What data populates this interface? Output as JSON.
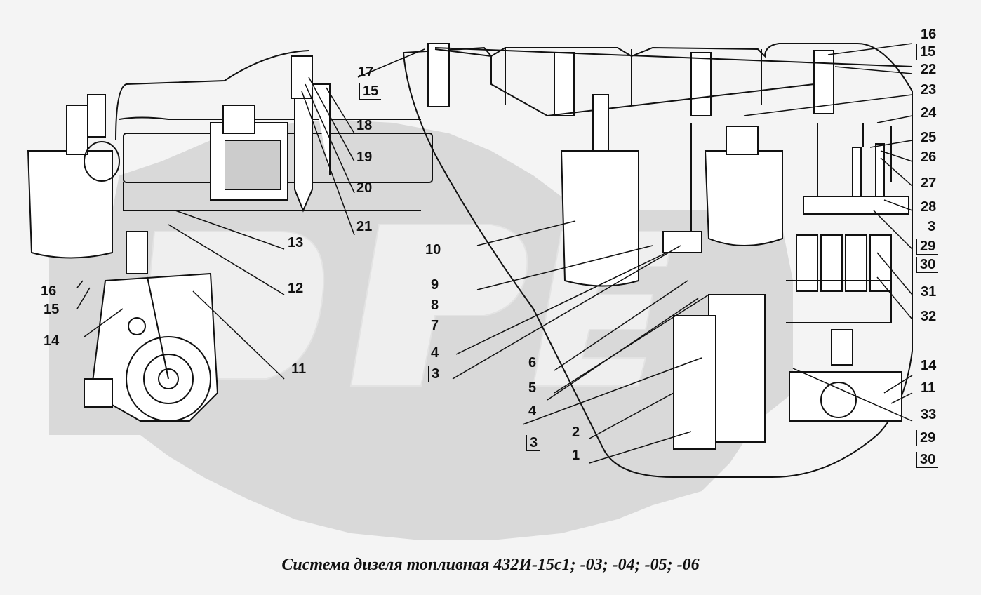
{
  "caption": "Система дизеля топливная 432И-15с1; -03; -04; -05; -06",
  "labels": {
    "l16a": "16",
    "l15a": "15",
    "l14a": "14",
    "l13": "13",
    "l12": "12",
    "l11a": "11",
    "l17": "17",
    "l15b": "15",
    "l18": "18",
    "l19": "19",
    "l20": "20",
    "l21": "21",
    "l10": "10",
    "l9": "9",
    "l8": "8",
    "l7": "7",
    "l4a": "4",
    "l3a": "3",
    "l6": "6",
    "l5": "5",
    "l4b": "4",
    "l3b": "3",
    "l2": "2",
    "l1": "1",
    "l16b": "16",
    "l15c": "15",
    "l22": "22",
    "l23": "23",
    "l24": "24",
    "l25": "25",
    "l26": "26",
    "l27": "27",
    "l28": "28",
    "l3c": "3",
    "l29a": "29",
    "l30a": "30",
    "l31": "31",
    "l32": "32",
    "l14b": "14",
    "l11b": "11",
    "l33": "33",
    "l29b": "29",
    "l30b": "30"
  },
  "colors": {
    "line": "#111111",
    "watermark": "#d8d8d8",
    "background": "#f4f4f4",
    "part": "#ffffff"
  }
}
